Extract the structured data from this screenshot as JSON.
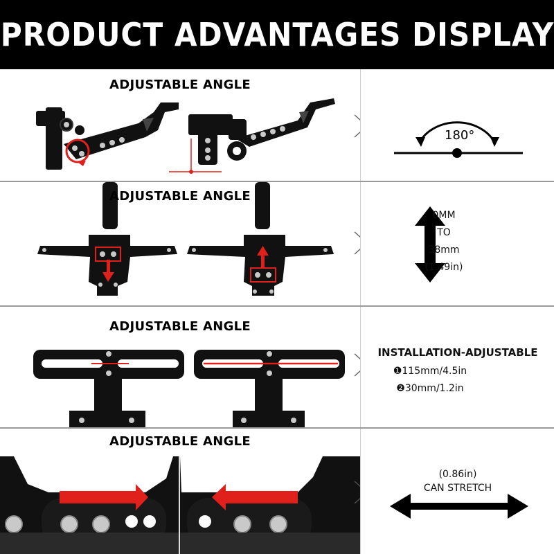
{
  "header": {
    "title": "PRODUCT ADVANTAGES DISPLAY"
  },
  "rows": [
    {
      "label": "ADJUSTABLE ANGLE",
      "info": {
        "angle": "180°"
      }
    },
    {
      "label": "ADJUSTABLE ANGLE",
      "info": {
        "line1": "0MM",
        "line2": "TO",
        "line3": "38mm",
        "line4": "(1.49in)"
      }
    },
    {
      "label": "ADJUSTABLE ANGLE",
      "info": {
        "title": "INSTALLATION-ADJUSTABLE",
        "spec1": "❶115mm/4.5in",
        "spec2": "❷30mm/1.2in"
      }
    },
    {
      "label": "ADJUSTABLE ANGLE",
      "info": {
        "line1": "(0.86in)",
        "line2": "CAN STRETCH"
      }
    }
  ],
  "colors": {
    "accent": "#e0201b",
    "metal": "#111111",
    "bolt": "#c9c9c9"
  }
}
